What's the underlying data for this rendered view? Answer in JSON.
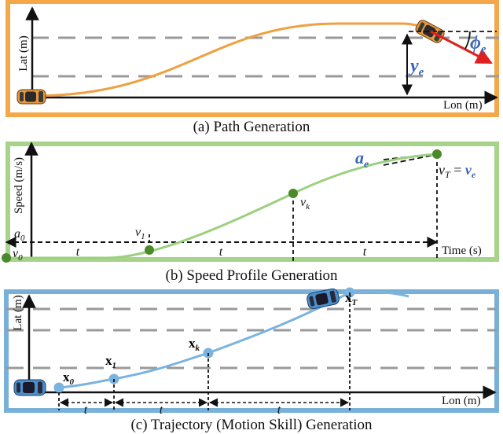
{
  "colors": {
    "path_panel": "#f4a84a",
    "speed_panel": "#a8d38a",
    "trajectory_panel": "#78b0d8",
    "path_curve": "#f0a040",
    "speed_curve": "#9bd080",
    "speed_points": "#4a8a2a",
    "trajectory_curve": "#7bb3df",
    "trajectory_points": "#7bb3df",
    "lane_dashes": "#9a9a9a",
    "accent_blue": "#3a66b5",
    "heading_arrow": "#e02020"
  },
  "panel_a": {
    "caption": "(a) Path Generation",
    "y_axis_label": "Lat (m)",
    "x_axis_label": "Lon (m)",
    "lateral_error_label": "y",
    "lateral_error_sub": "e",
    "heading_error_label": "ϕ",
    "heading_error_sub": "e"
  },
  "panel_b": {
    "caption": "(b) Speed Profile Generation",
    "y_axis_label": "Speed (m/s)",
    "x_axis_label": "Time (s)",
    "v0": "v",
    "v0_sub": "0",
    "a0": "a",
    "a0_sub": "0",
    "v1": "v",
    "v1_sub": "1",
    "vk": "v",
    "vk_sub": "k",
    "vT": "v",
    "vT_sub": "T",
    "equals": " = ",
    "ve": "v",
    "ve_sub": "e",
    "ae": "a",
    "ae_sub": "e",
    "interval_label": "t"
  },
  "panel_c": {
    "caption": "(c) Trajectory (Motion Skill) Generation",
    "y_axis_label": "Lat (m)",
    "x_axis_label": "Lon (m)",
    "x0": "x",
    "x0_sub": "0",
    "x1": "x",
    "x1_sub": "1",
    "xk": "x",
    "xk_sub": "k",
    "xT": "x",
    "xT_sub": "T",
    "interval_label": "t"
  }
}
